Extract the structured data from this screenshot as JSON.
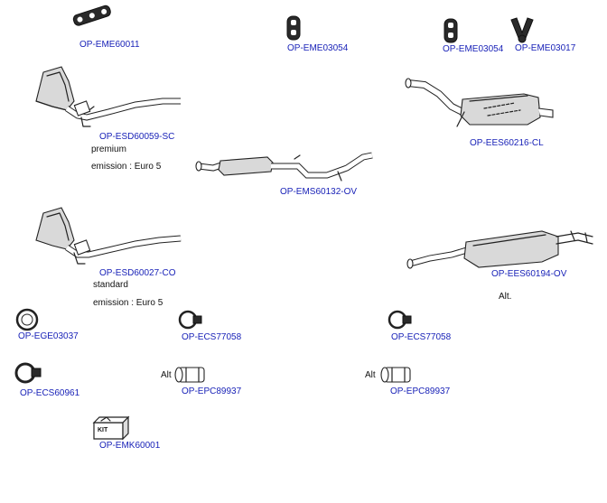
{
  "parts": {
    "eme60011": {
      "code": "OP-EME60011"
    },
    "eme03054_a": {
      "code": "OP-EME03054"
    },
    "eme03054_b": {
      "code": "OP-EME03054"
    },
    "eme03017": {
      "code": "OP-EME03017"
    },
    "esd60059": {
      "code": "OP-ESD60059-SC",
      "note1": "premium",
      "note2": "emission : Euro 5"
    },
    "ees60216": {
      "code": "OP-EES60216-CL"
    },
    "ems60132": {
      "code": "OP-EMS60132-OV"
    },
    "esd60027": {
      "code": "OP-ESD60027-CO",
      "note1": "standard",
      "note2": "emission : Euro 5"
    },
    "ees60194": {
      "code": "OP-EES60194-OV",
      "note": "Alt."
    },
    "ege03037": {
      "code": "OP-EGE03037"
    },
    "ecs77058_a": {
      "code": "OP-ECS77058"
    },
    "ecs77058_b": {
      "code": "OP-ECS77058"
    },
    "ecs60961": {
      "code": "OP-ECS60961"
    },
    "epc89937_a": {
      "code": "OP-EPC89937",
      "prefix": "Alt"
    },
    "epc89937_b": {
      "code": "OP-EPC89937",
      "prefix": "Alt"
    },
    "emk60001": {
      "code": "OP-EMK60001",
      "kit_label": "KIT"
    }
  }
}
